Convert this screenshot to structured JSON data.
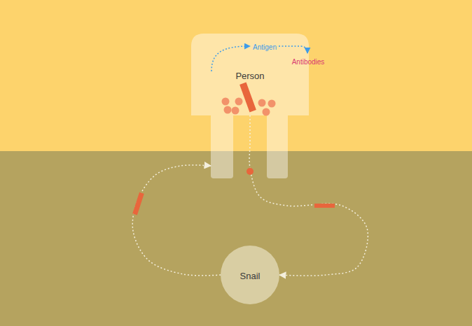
{
  "diagram": {
    "nodes": [
      {
        "text": [
          "Person"
        ]
      },
      {
        "text": [
          "Snail"
        ]
      }
    ],
    "edges": [
      {
        "from": 0,
        "to": 1,
        "arrow": "to"
      },
      {
        "from": 1,
        "to": 0,
        "arrow": "to"
      }
    ],
    "labels": [
      "Antigen",
      "Antibodies"
    ]
  }
}
